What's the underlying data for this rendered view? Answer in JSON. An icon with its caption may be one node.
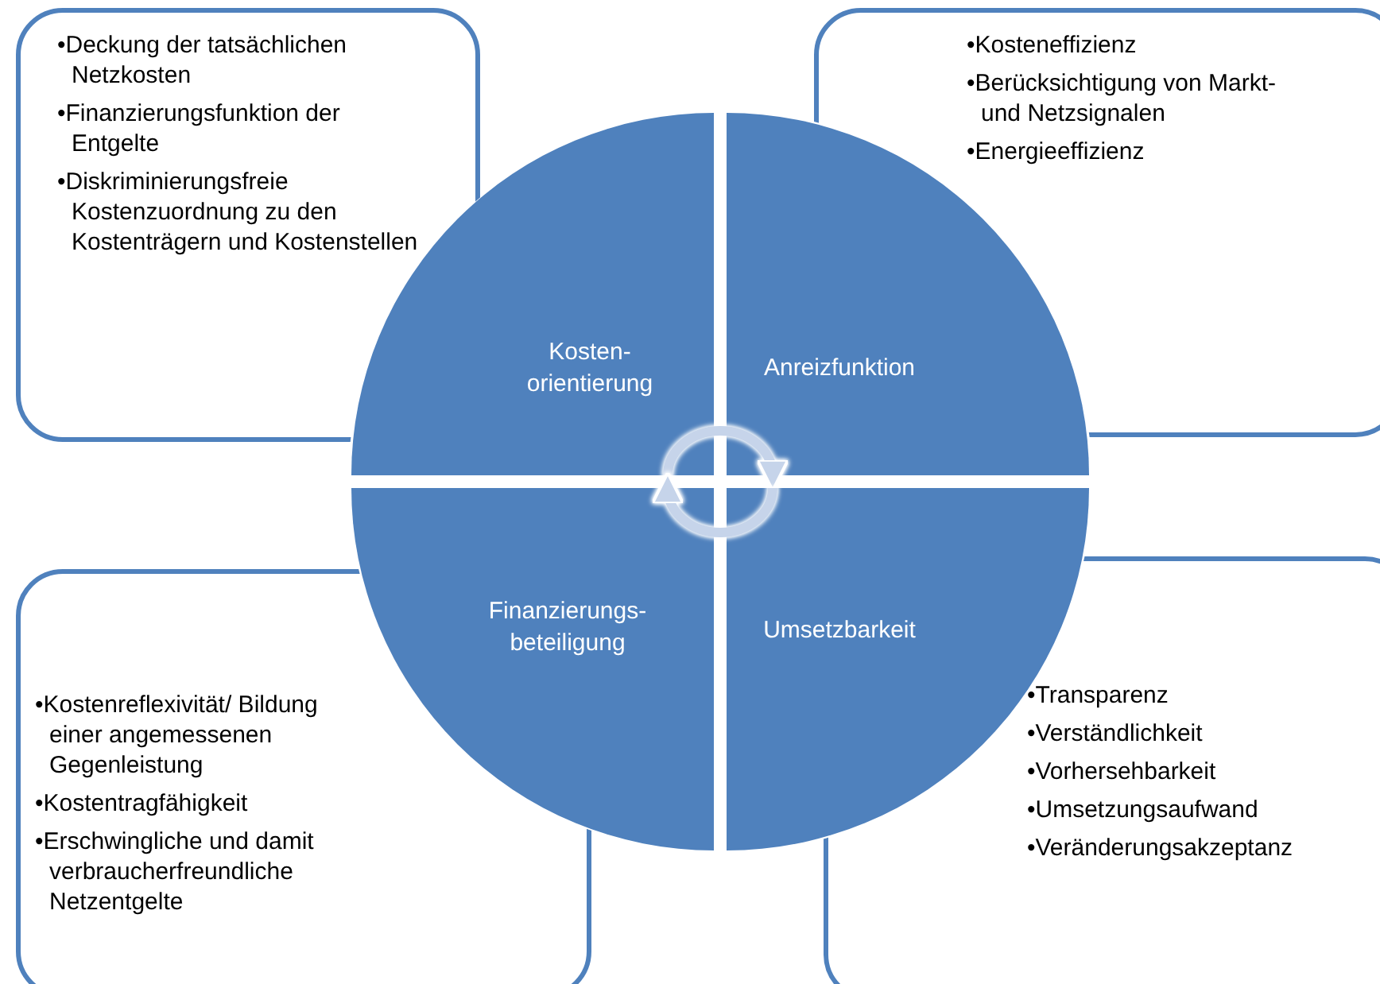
{
  "diagram": {
    "nodes": [
      {
        "text": [
          "•Deckung der tatsächlichen Netzkosten",
          "•Finanzierungsfunktion der Entgelte",
          "•Diskriminierungsfreie Kostenzuordnung zu den Kostenträgern und Kostenstellen"
        ]
      },
      {
        "text": [
          "•Kosteneffizienz",
          "•Berücksichtigung von Markt- und Netzsignalen",
          "•Energieeffizienz"
        ]
      },
      {
        "text": [
          "Kosten- orientierung"
        ]
      },
      {
        "text": [
          "Anreizfunktion"
        ]
      },
      {
        "text": [
          "Finanzierungs- beteiligung"
        ]
      },
      {
        "text": [
          "Umsetzbarkeit"
        ]
      },
      {
        "text": [
          "•Kostenreflexivität/ Bildung einer angemessenen Gegenleistung",
          "•Kostentragfähigkeit",
          "•Erschwingliche und damit verbraucherfreundliche Netzentgelte"
        ]
      },
      {
        "text": [
          "•Transparenz",
          "•Verständlichkeit",
          "•Vorhersehbarkeit",
          "•Umsetzungsaufwand",
          "•Veränderungsakzeptanz"
        ]
      }
    ],
    "edges": [
      {
        "from": 2,
        "to": 3,
        "arrow": "to"
      },
      {
        "from": 5,
        "to": 4,
        "arrow": "to"
      }
    ]
  }
}
